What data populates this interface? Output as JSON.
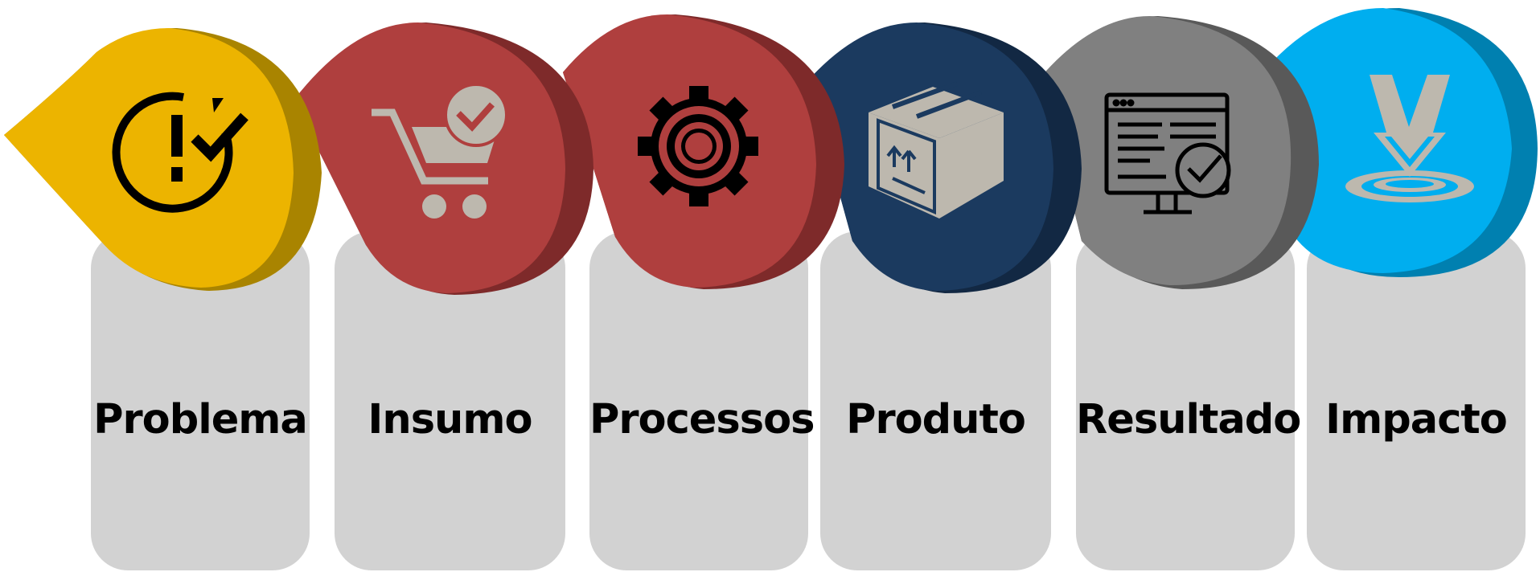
{
  "steps": [
    {
      "label": "Problema",
      "color": "#ECB400",
      "shade": "#A98400",
      "icon": "problem-alert-check-icon"
    },
    {
      "label": "Insumo",
      "color": "#AF3F3E",
      "shade": "#7E2A2A",
      "icon": "shopping-cart-check-icon"
    },
    {
      "label": "Processos",
      "color": "#AF3F3E",
      "shade": "#7E2A2A",
      "icon": "gear-icon"
    },
    {
      "label": "Produto",
      "color": "#1B3A5F",
      "shade": "#122843",
      "icon": "package-box-icon"
    },
    {
      "label": "Resultado",
      "color": "#808080",
      "shade": "#595959",
      "icon": "monitor-check-icon"
    },
    {
      "label": "Impacto",
      "color": "#00AEEF",
      "shade": "#0080B0",
      "icon": "impact-arrow-ripple-icon"
    }
  ],
  "icon_tone": "#BDB8AE"
}
